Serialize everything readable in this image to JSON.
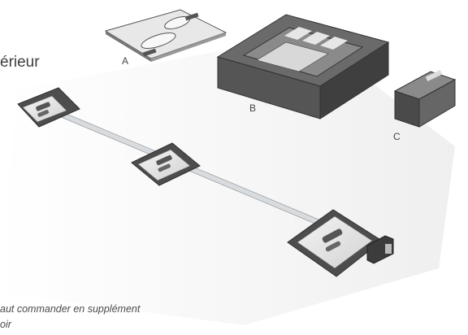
{
  "heading": "érieur",
  "parts": [
    {
      "label": "A"
    },
    {
      "label": "B"
    },
    {
      "label": "C"
    }
  ],
  "footnote": {
    "line1": "aut commander en supplément",
    "line2": "oir"
  },
  "colors": {
    "part_dark": "#4a4a4a",
    "part_mid": "#6b6b6b",
    "plate_light": "#e4e4e4",
    "rail": "#d9dcdf",
    "background": "#ffffff"
  }
}
